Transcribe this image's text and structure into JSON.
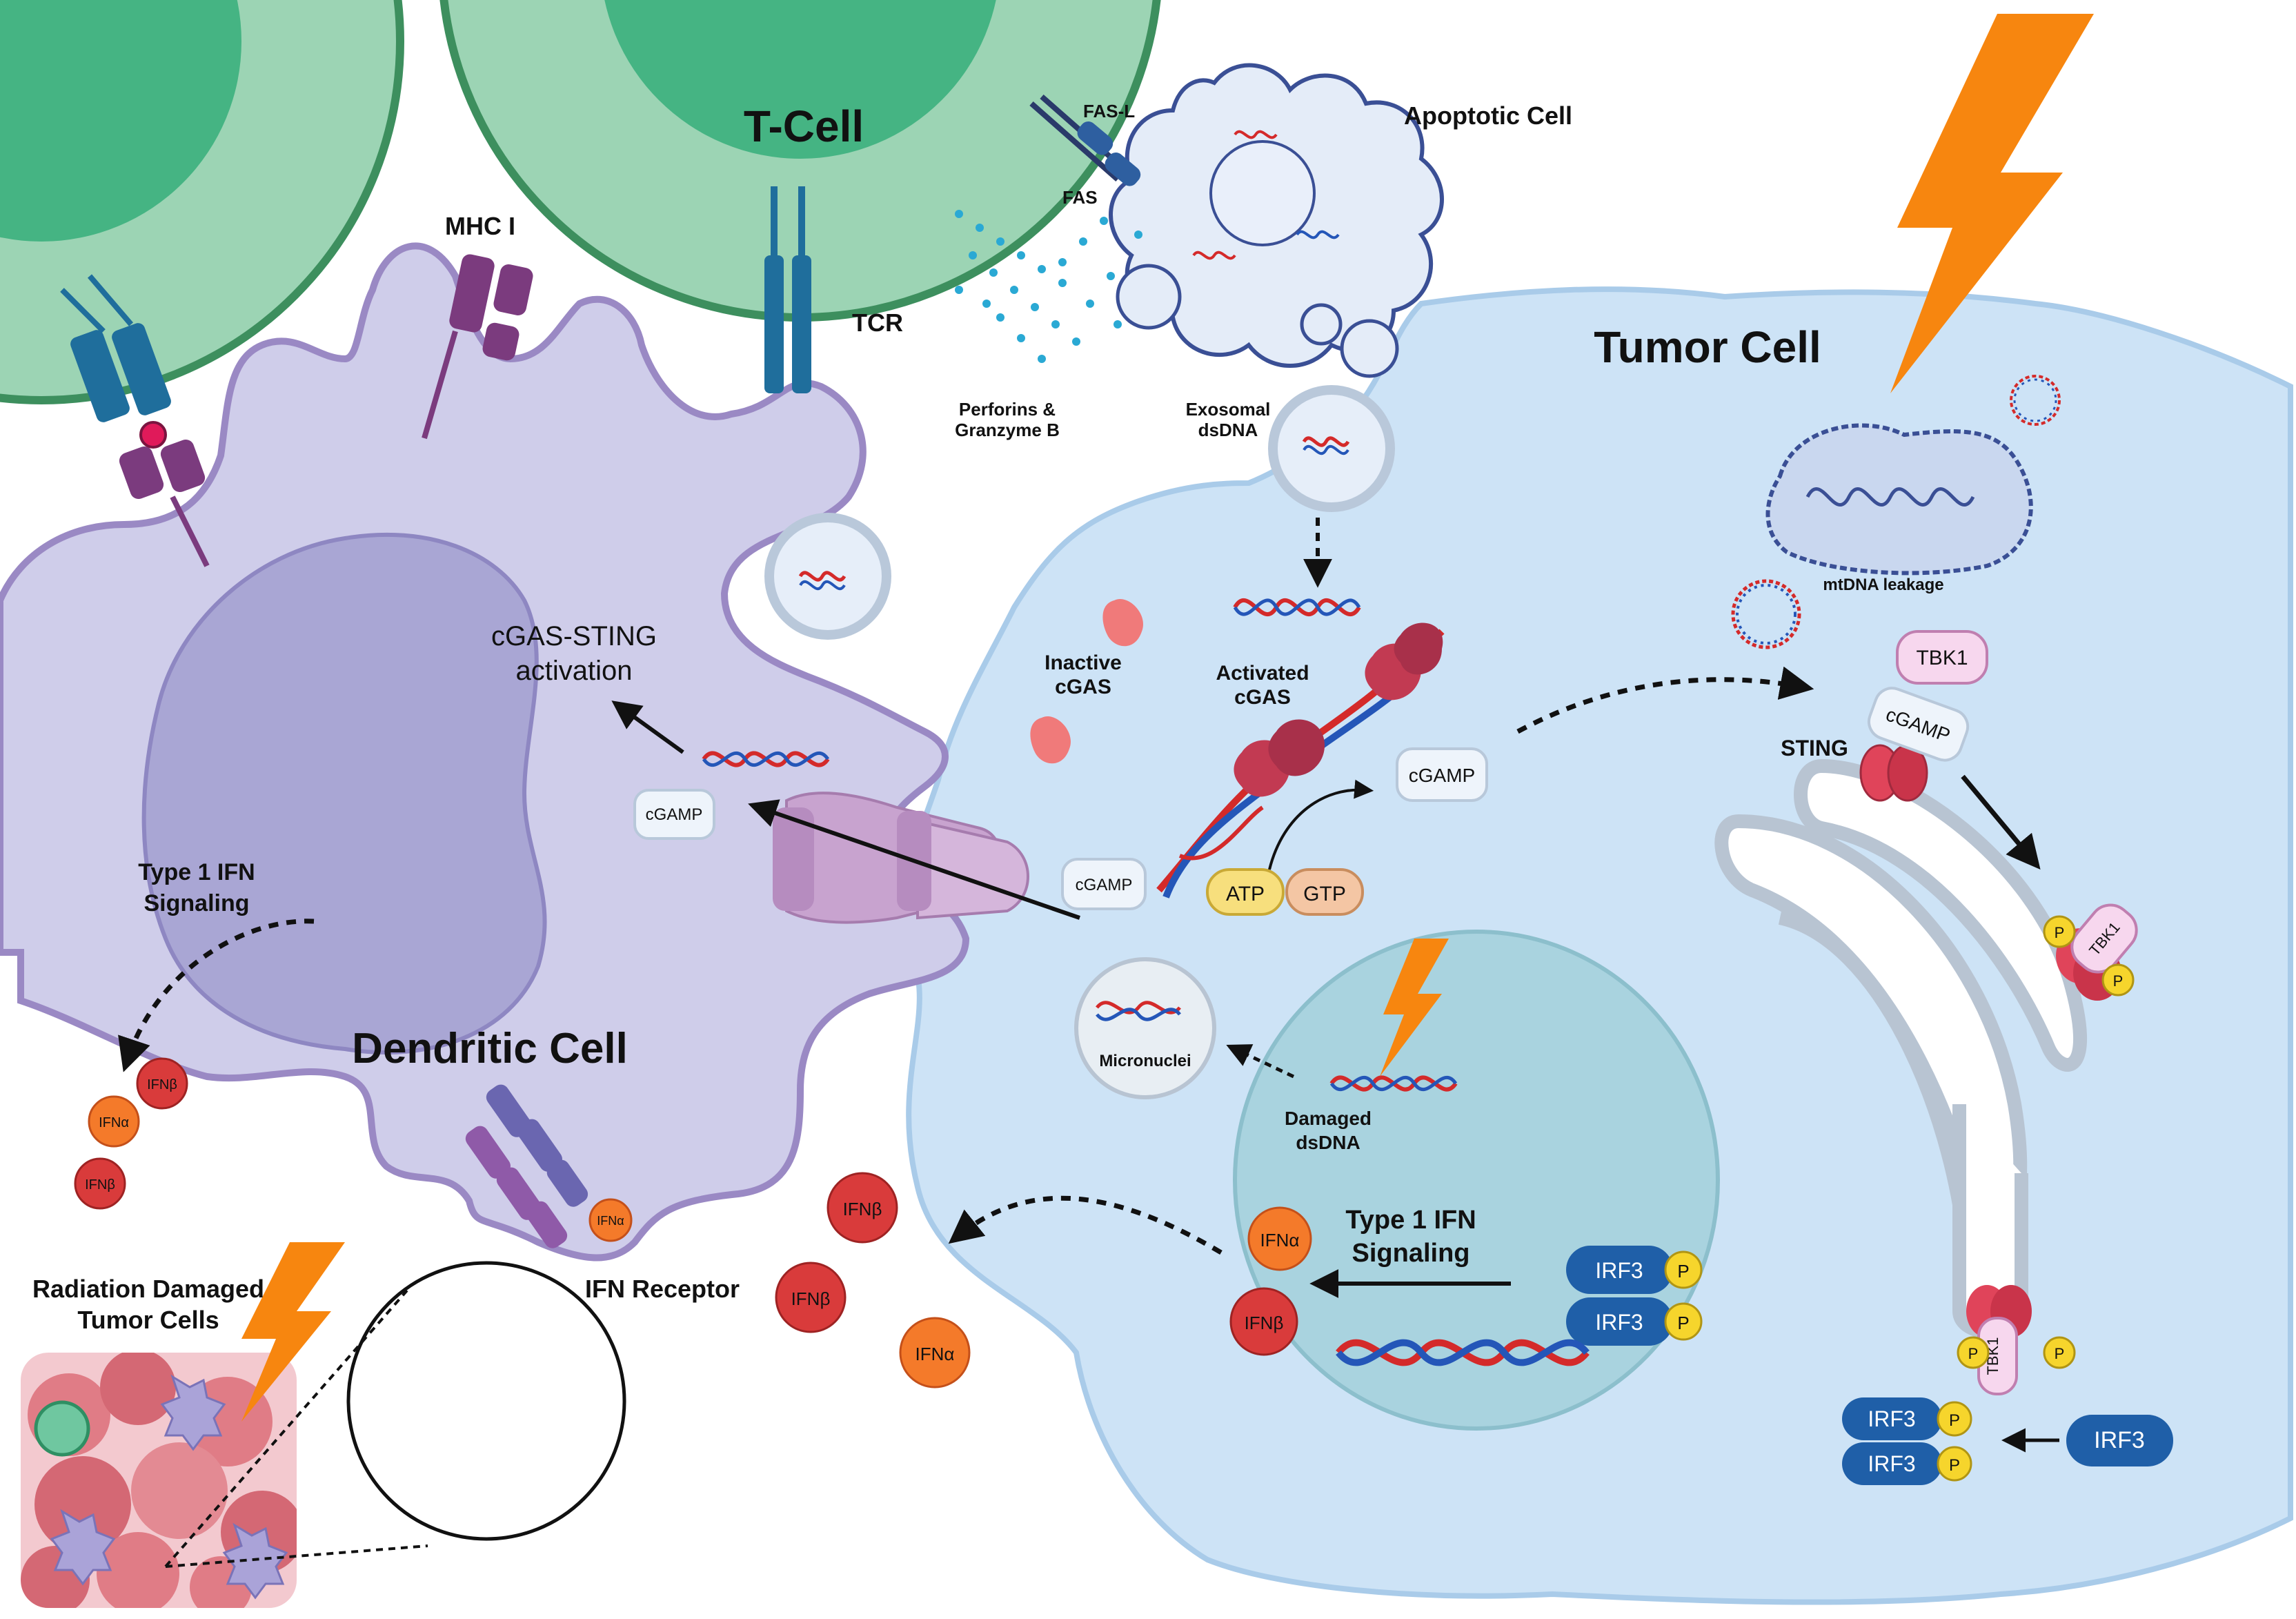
{
  "labels": {
    "t_cell": "T-Cell",
    "apoptotic_cell": "Apoptotic Cell",
    "fas_l": "FAS-L",
    "fas": "FAS",
    "mhc_i": "MHC I",
    "tcr": "TCR",
    "perforins_line1": "Perforins &",
    "perforins_line2": "Granzyme B",
    "exosomal_line1": "Exosomal",
    "exosomal_line2": "dsDNA",
    "tumor_cell": "Tumor Cell",
    "mtdna_leakage": "mtDNA leakage",
    "tbk1": "TBK1",
    "cgamp": "cGAMP",
    "sting": "STING",
    "inactive_line1": "Inactive",
    "inactive_line2": "cGAS",
    "activated_line1": "Activated",
    "activated_line2": "cGAS",
    "atp": "ATP",
    "gtp": "GTP",
    "cgas_sting_line1": "cGAS-STING",
    "cgas_sting_line2": "activation",
    "dc_ifn_line1": "Type 1 IFN",
    "dc_ifn_line2": "Signaling",
    "dendritic_cell": "Dendritic Cell",
    "micronuclei": "Micronuclei",
    "damaged_line1": "Damaged",
    "damaged_line2": "dsDNA",
    "tumor_ifn_line1": "Type 1 IFN",
    "tumor_ifn_line2": "Signaling",
    "irf3": "IRF3",
    "p": "P",
    "ifn_alpha": "IFNα",
    "ifn_beta": "IFNβ",
    "ifn_receptor": "IFN Receptor",
    "radiation_line1": "Radiation Damaged",
    "radiation_line2": "Tumor Cells"
  },
  "colors": {
    "t_cell_outer": "#9cd4b4",
    "t_cell_inner": "#45b483",
    "t_cell_border": "#3d8f5e",
    "dendritic_fill": "#cfcdea",
    "dendritic_border": "#9a89c4",
    "dendritic_nucleus": "#a9a6d4",
    "tumor_fill": "#cde3f6",
    "tumor_border": "#a9cbe9",
    "tumor_nucleus": "#a9d3df",
    "er_fill": "#ffffff",
    "er_border": "#b8c4d2",
    "tcr_blue": "#1f6e9c",
    "mhc_purple": "#7b3b7e",
    "irf3_blue": "#1f5fa8",
    "phospho_yellow": "#f6d52c",
    "ifn_beta_red": "#d93b3b",
    "ifn_alpha_orange": "#f47a2a",
    "lightning_orange": "#f7860f",
    "cgas_red": "#c23a52",
    "dna_red": "#d42a2a",
    "dna_blue": "#2456b8"
  }
}
